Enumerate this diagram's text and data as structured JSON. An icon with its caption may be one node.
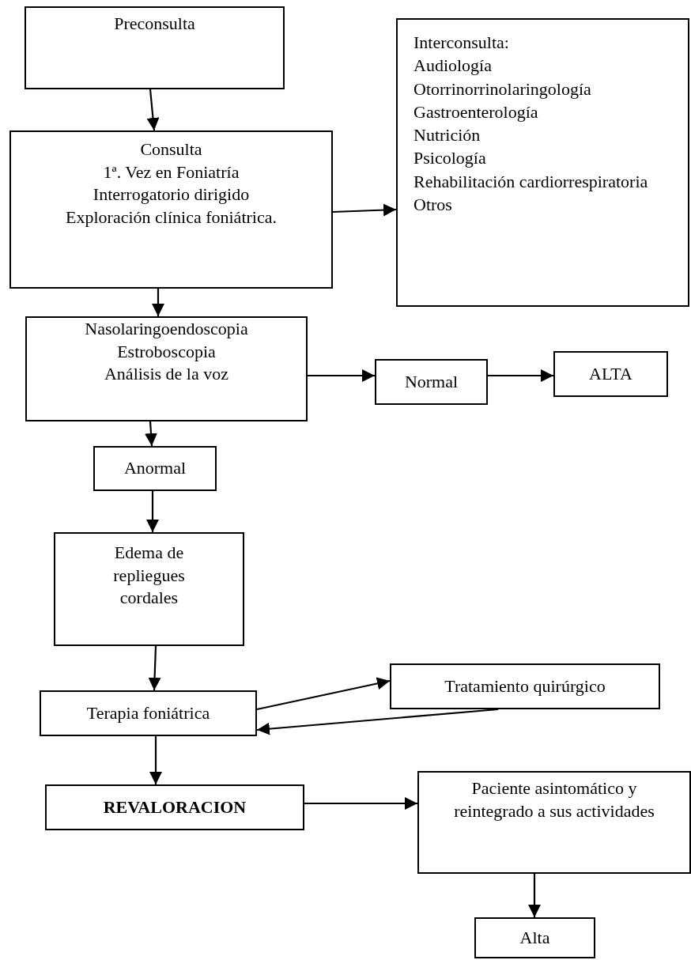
{
  "diagram": {
    "nodes": [
      {
        "text": [
          "Preconsulta"
        ]
      },
      {
        "text": [
          "Consulta",
          "1ª. Vez en Foniatría",
          "Interrogatorio dirigido",
          "Exploración clínica foniátrica."
        ]
      },
      {
        "text": [
          "Interconsulta:",
          "Audiología",
          "Otorrinorrinolaringología",
          "Gastroenterología",
          "Nutrición",
          "Psicología",
          "Rehabilitación cardiorrespiratoria",
          "Otros"
        ]
      },
      {
        "text": [
          "Nasolaringoendoscopia",
          "Estroboscopia",
          "Análisis de la voz"
        ]
      },
      {
        "text": [
          "Normal"
        ]
      },
      {
        "text": [
          "ALTA"
        ]
      },
      {
        "text": [
          "Anormal"
        ]
      },
      {
        "text": [
          "Edema de repliegues cordales"
        ]
      },
      {
        "text": [
          "Tratamiento quirúrgico"
        ]
      },
      {
        "text": [
          "Terapia foniátrica"
        ]
      },
      {
        "text": [
          "REVALORACION"
        ]
      },
      {
        "text": [
          "Paciente asintomático y reintegrado a sus actividades"
        ]
      },
      {
        "text": [
          "Alta"
        ]
      }
    ],
    "edges": [
      {
        "from": 0,
        "to": 1,
        "arrow": "to"
      },
      {
        "from": 1,
        "to": 2,
        "arrow": "to"
      },
      {
        "from": 1,
        "to": 3,
        "arrow": "to"
      },
      {
        "from": 3,
        "to": 4,
        "arrow": "to"
      },
      {
        "from": 4,
        "to": 5,
        "arrow": "to"
      },
      {
        "from": 3,
        "to": 6,
        "arrow": "to"
      },
      {
        "from": 6,
        "to": 7,
        "arrow": "to"
      },
      {
        "from": 7,
        "to": 9,
        "arrow": "to"
      },
      {
        "from": 9,
        "to": 8,
        "arrow": "to"
      },
      {
        "from": 8,
        "to": 9,
        "arrow": "to"
      },
      {
        "from": 9,
        "to": 10,
        "arrow": "to"
      },
      {
        "from": 10,
        "to": 11,
        "arrow": "to"
      },
      {
        "from": 11,
        "to": 12,
        "arrow": "to"
      }
    ]
  }
}
